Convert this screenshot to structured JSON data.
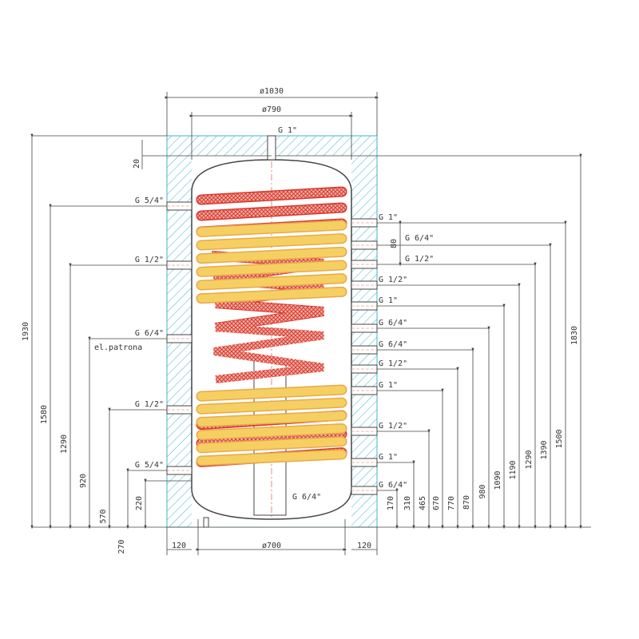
{
  "top": {
    "outer_diameter": "ø1030",
    "inner_diameter": "ø790",
    "top_connection": "G 1\""
  },
  "bottom": {
    "base_diameter": "ø700",
    "insulation_left": "120",
    "insulation_right": "120"
  },
  "left_connections": [
    {
      "label": "G 5/4\"",
      "height": "1580"
    },
    {
      "label": "G 1/2\"",
      "height": "1290"
    },
    {
      "label": "G 6/4\"",
      "height": "920",
      "note": "el.patrona"
    },
    {
      "label": "G 1/2\"",
      "height": "570"
    },
    {
      "label": "G 5/4\"",
      "height": "270"
    }
  ],
  "left_dims": {
    "total": "1930",
    "bottom_outlet": "220",
    "top_offset": "20"
  },
  "right_connections": [
    {
      "label": "G 1\"",
      "height": "1500"
    },
    {
      "label": "G 6/4\"",
      "height": "1390"
    },
    {
      "label": "G 1/2\"",
      "height": "1290"
    },
    {
      "label": "G 1/2\"",
      "height": "1190"
    },
    {
      "label": "G 1\"",
      "height": "1090"
    },
    {
      "label": "G 6/4\"",
      "height": "980"
    },
    {
      "label": "G 6/4\"",
      "height": "870"
    },
    {
      "label": "G 1/2\"",
      "height": "770"
    },
    {
      "label": "G 1\"",
      "height": "670"
    },
    {
      "label": "G 1/2\"",
      "height": "465"
    },
    {
      "label": "G 1\"",
      "height": "310"
    },
    {
      "label": "G 6/4\"",
      "height": "170"
    }
  ],
  "right_dims": {
    "top": "1830",
    "spacing": "80"
  },
  "bottom_connection": "G 6/4\"",
  "colors": {
    "insulation": "#3fb6c9",
    "coil_red": "#e05a50",
    "coil_yellow": "#f6cf63",
    "line": "#444444"
  }
}
